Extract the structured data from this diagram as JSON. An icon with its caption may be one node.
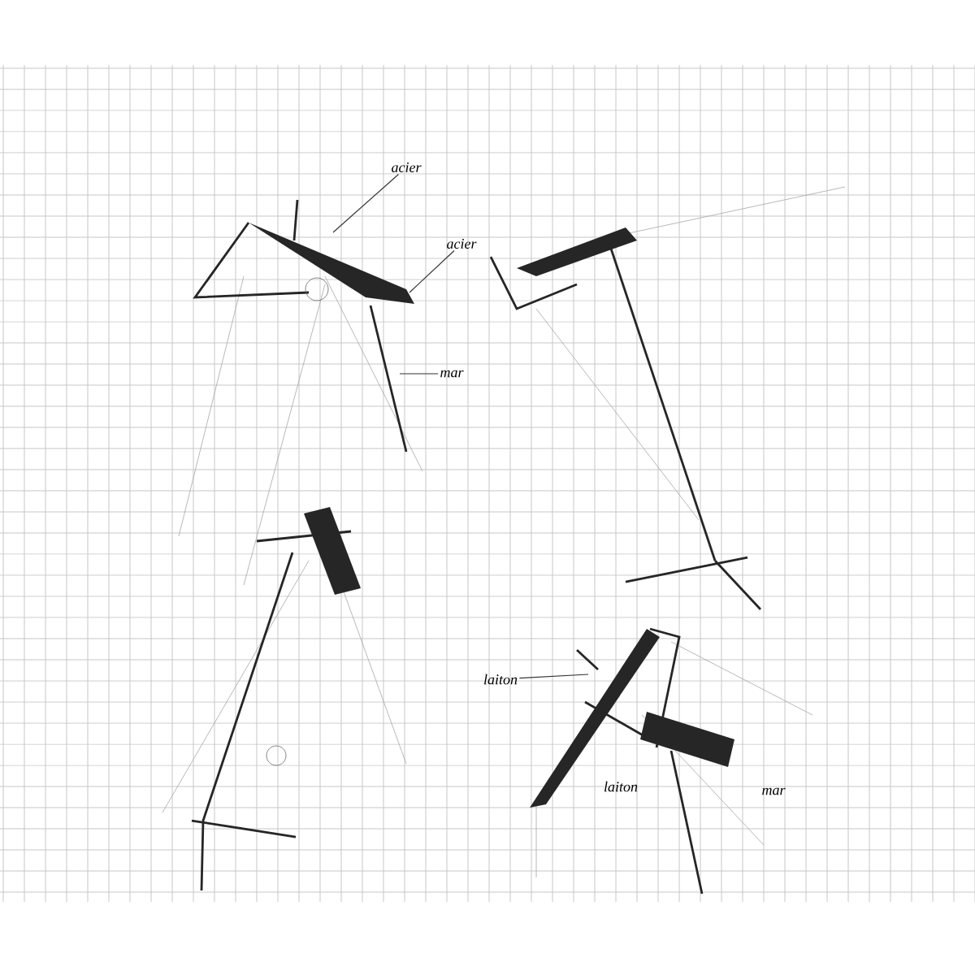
{
  "diagram": {
    "nodes": [
      {
        "text": [
          "acier"
        ]
      },
      {
        "text": [
          "acier"
        ]
      },
      {
        "text": [
          "mar"
        ]
      },
      {
        "text": [
          "laiton"
        ]
      }
    ],
    "edges": [
      {
        "from": 0,
        "to": null,
        "arrow": "none"
      },
      {
        "from": 1,
        "to": null,
        "arrow": "none"
      },
      {
        "from": 2,
        "to": null,
        "arrow": "none"
      },
      {
        "from": 3,
        "to": null,
        "arrow": "none"
      }
    ],
    "labels": [
      "laiton",
      "mar"
    ]
  }
}
